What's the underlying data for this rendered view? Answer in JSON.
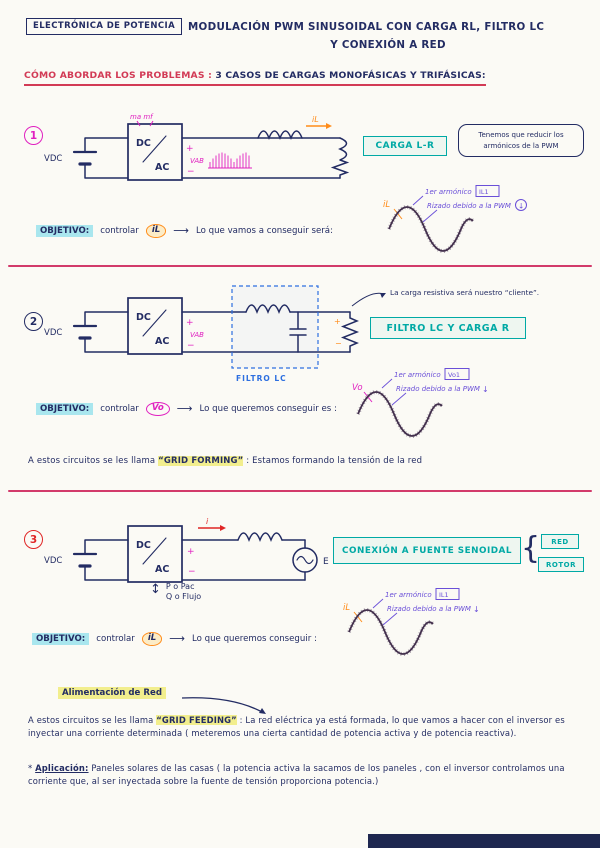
{
  "icons": {
    "arrow_long": "⟶",
    "arrow_right": "→",
    "updown_arrow": "↕",
    "down_arrow": "↓",
    "star": "*",
    "brace": "{"
  },
  "header": {
    "badge": "ELECTRÓNICA DE POTENCIA",
    "title_line1": "MODULACIÓN PWM SINUSOIDAL CON CARGA RL, FILTRO LC",
    "title_line2": "Y CONEXIÓN A RED",
    "subtitle_label": "CÓMO ABORDAR LOS PROBLEMAS :",
    "subtitle_rest": "3 CASOS DE CARGAS MONOFÁSICAS Y TRIFÁSICAS:"
  },
  "section1": {
    "number": "1",
    "circuit": {
      "vdc": "VDC",
      "converter_top": "DC",
      "converter_bottom": "AC",
      "ma_mf": "ma mf",
      "plus": "+",
      "minus": "−",
      "vab": "VAB",
      "il": "iL"
    },
    "load_box": "CARGA L-R",
    "note": "Tenemos que reducir los armónicos de la PWM",
    "wave": {
      "signal": "iL",
      "harmonic": "1er armónico",
      "harmonic_tag": "IL1",
      "ripple": "Rizado debido a la PWM"
    },
    "objetivo": {
      "label": "OBJETIVO:",
      "verb": "controlar",
      "variable": "iL",
      "rest": "Lo que vamos a conseguir será:"
    }
  },
  "section2": {
    "number": "2",
    "circuit": {
      "vdc": "VDC",
      "converter_top": "DC",
      "converter_bottom": "AC",
      "plus": "+",
      "minus": "−",
      "vab": "VAB",
      "filter_label": "FILTRO LC",
      "load_plus": "+",
      "load_minus": "−"
    },
    "client_note": "La carga resistiva será nuestro “cliente”.",
    "load_box": "FILTRO LC Y CARGA R",
    "wave": {
      "signal": "Vo",
      "harmonic": "1er armónico",
      "harmonic_tag": "Vo1",
      "ripple": "Rizado debido a la PWM"
    },
    "objetivo": {
      "label": "OBJETIVO:",
      "verb": "controlar",
      "variable": "Vo",
      "rest": "Lo que queremos conseguir es :"
    },
    "grid": {
      "pre": "A estos circuitos se les llama",
      "term": "“GRID FORMING”",
      "post": ": Estamos formando la tensión de la red"
    }
  },
  "section3": {
    "number": "3",
    "circuit": {
      "vdc": "VDC",
      "converter_top": "DC",
      "converter_bottom": "AC",
      "plus": "+",
      "minus": "−",
      "i": "i",
      "source": "E"
    },
    "pq": {
      "p": "P o Pac",
      "q": "Q o Flujo"
    },
    "load_box": "CONEXIÓN A FUENTE SENOIDAL",
    "tag_top": "RED",
    "tag_bottom": "ROTOR",
    "wave": {
      "signal": "iL",
      "harmonic": "1er armónico",
      "harmonic_tag": "IL1",
      "ripple": "Rizado debido a la PWM"
    },
    "objetivo": {
      "label": "OBJETIVO:",
      "verb": "controlar",
      "variable": "iL",
      "rest": "Lo que queremos conseguir :"
    },
    "feed_label": "Alimentación de Red",
    "paragraph": {
      "pre": "A estos circuitos se les llama",
      "term": "“GRID FEEDING”",
      "post": ": La red eléctrica ya está formada, lo que vamos a hacer con el inversor es inyectar una corriente determinada ( meteremos una cierta cantidad de potencia activa y de potencia reactiva)."
    },
    "application": {
      "label": "Aplicación:",
      "text": "Paneles solares de las casas ( la potencia activa la sacamos de los paneles , con el inversor controlamos una corriente que, al ser inyectada sobre la fuente de tensión proporciona potencia.)"
    }
  }
}
